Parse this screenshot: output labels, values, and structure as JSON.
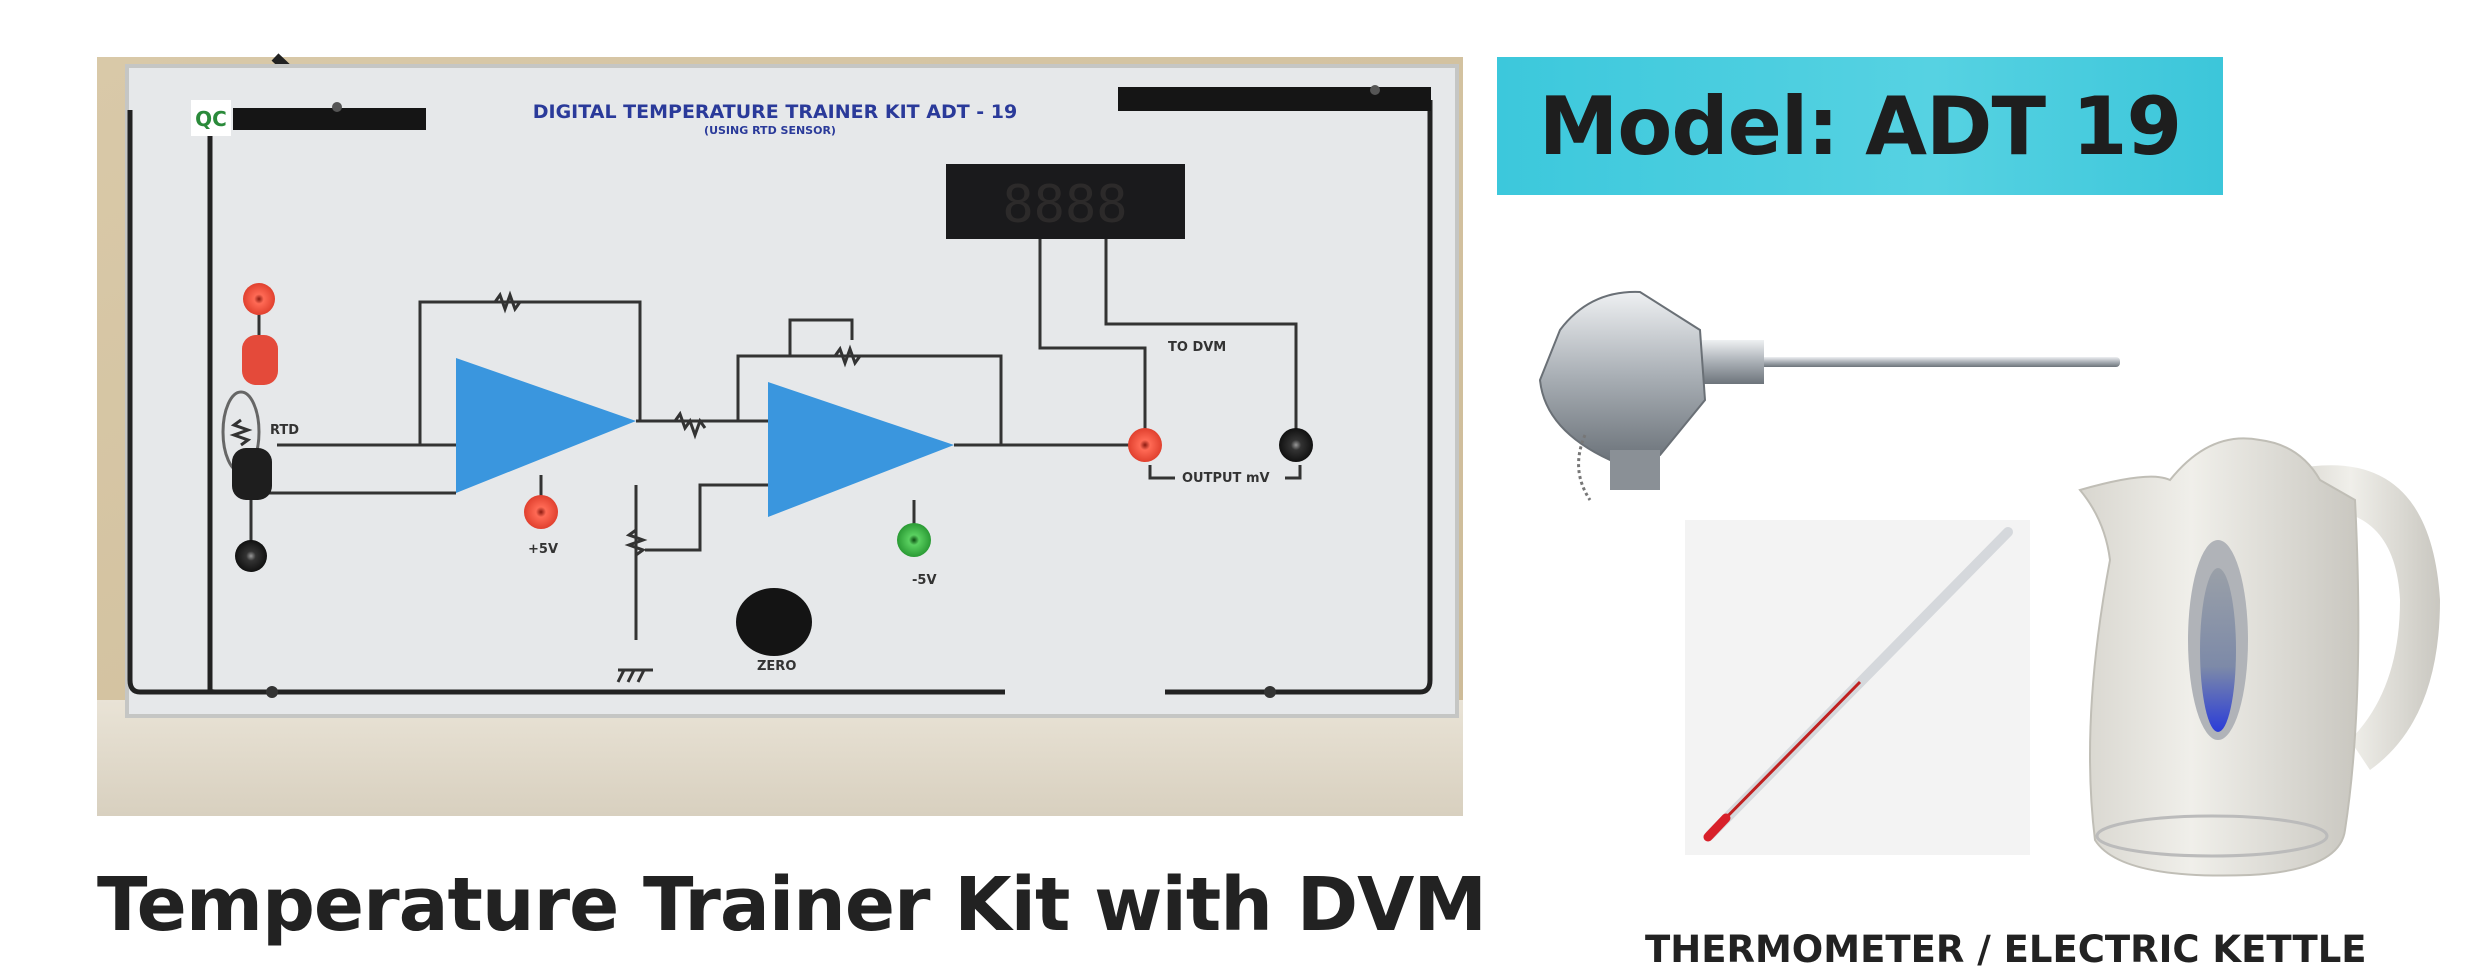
{
  "model_banner": {
    "text": "Model: ADT 19",
    "color": "#48cde0"
  },
  "main_title": "Temperature Trainer Kit with DVM",
  "caption": "THERMOMETER / ELECTRIC KETTLE",
  "trainer_panel": {
    "title": "DIGITAL TEMPERATURE TRAINER KIT  ADT - 19",
    "subtitle": "(USING RTD SENSOR)",
    "logo": "QC",
    "labels": {
      "rtd": "RTD",
      "plus5v": "+5V",
      "minus5v": "-5V",
      "to_dvm": "TO DVM",
      "output": "OUTPUT mV",
      "zero": "ZERO"
    },
    "display_digits": "8888",
    "opamp_color": "#3a96de"
  },
  "images": [
    "rtd-probe",
    "glass-thermometer",
    "electric-kettle"
  ]
}
